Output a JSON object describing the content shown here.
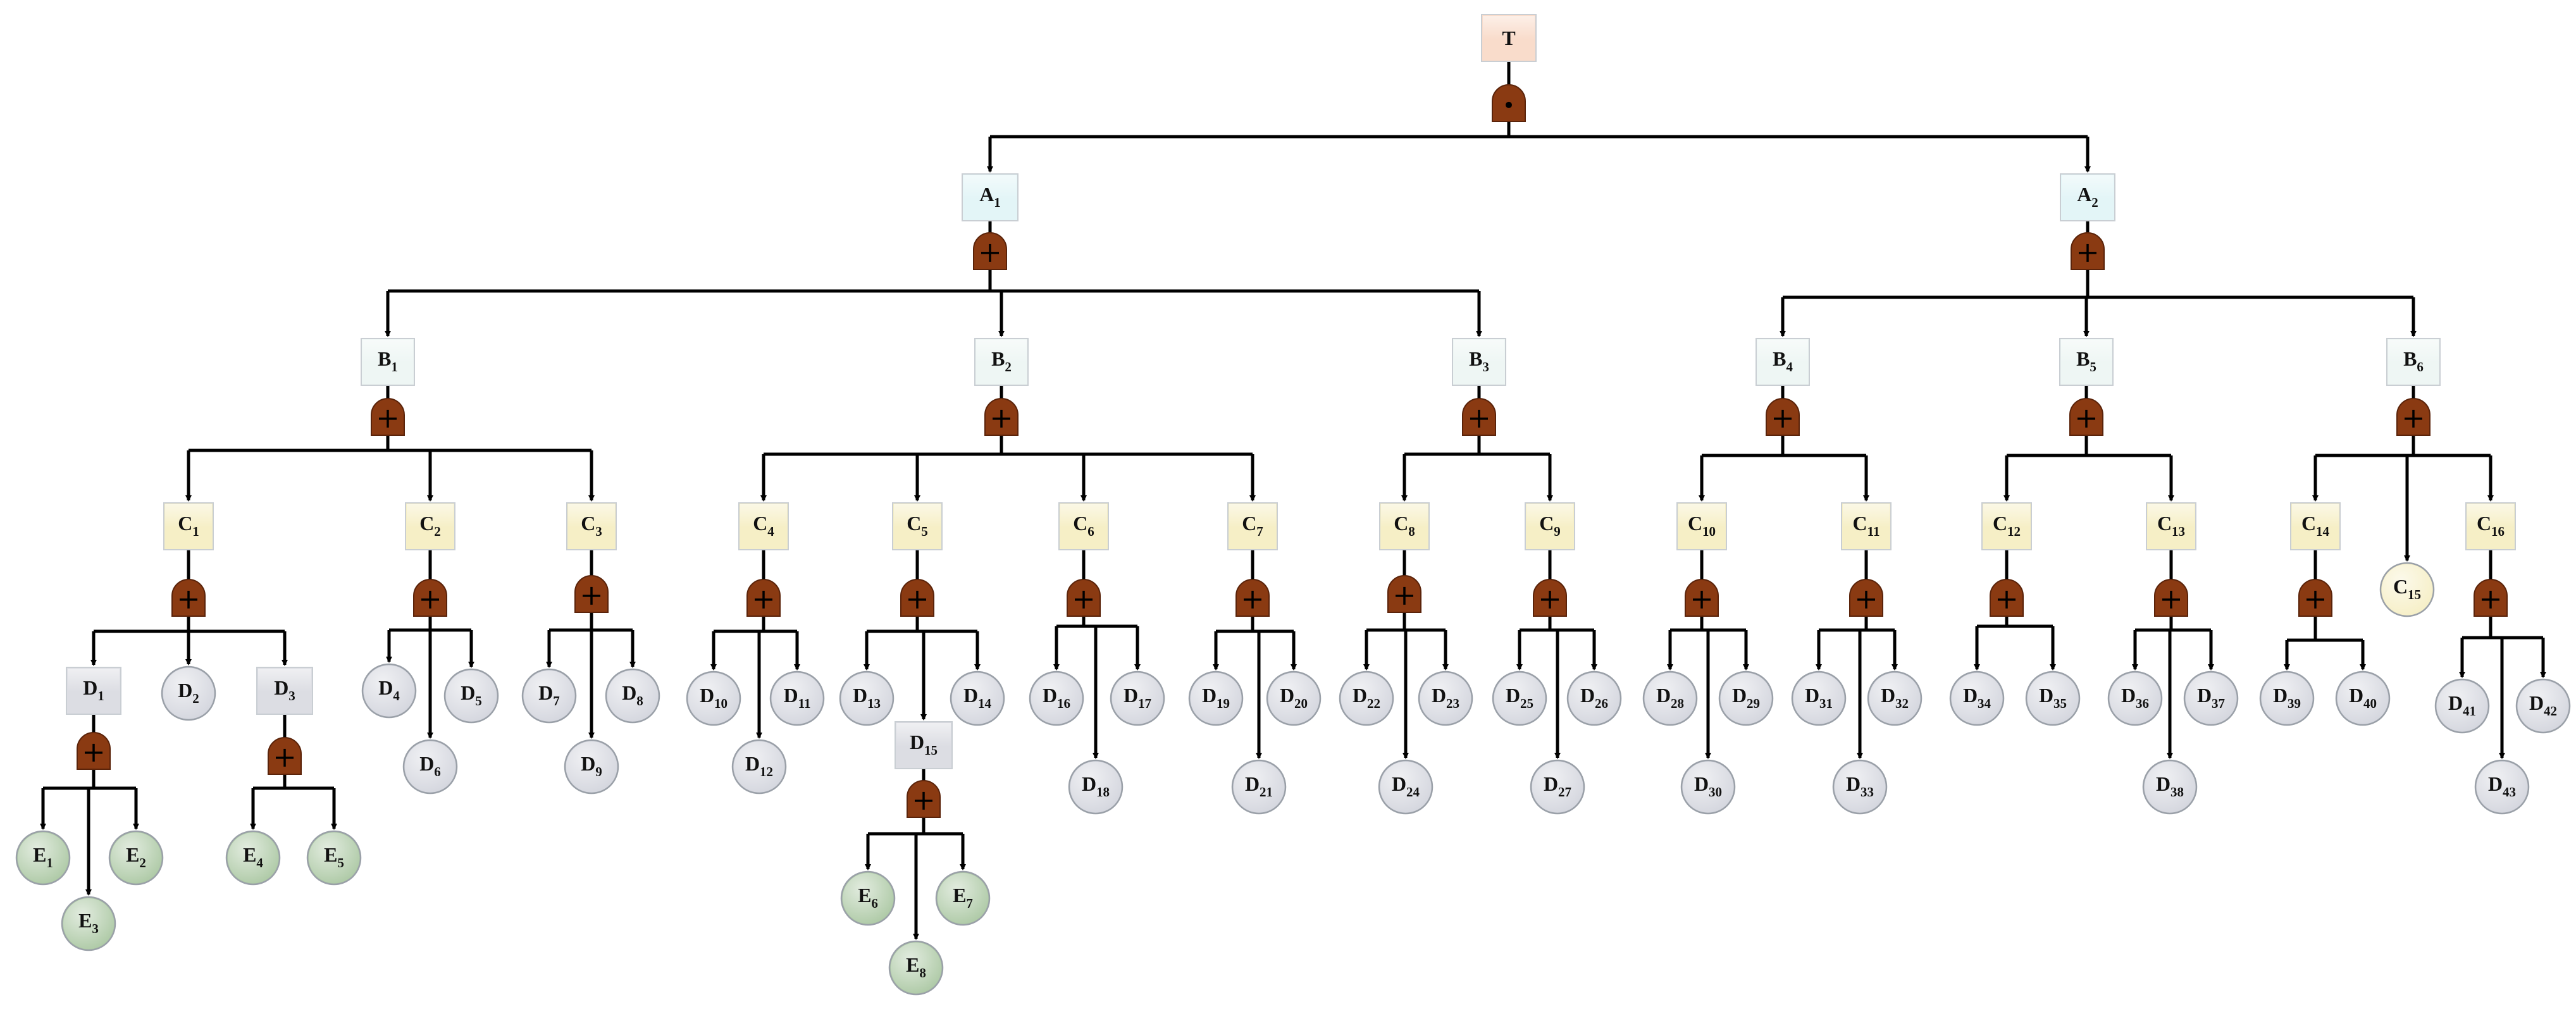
{
  "diagram": {
    "type": "fault-tree",
    "top_event": "T",
    "colors": {
      "top": "#f9dccb",
      "level_a": "#e3f5f7",
      "level_b": "#eef6f4",
      "level_c": "#f6efc6",
      "intermediate_d": "#dcdde3",
      "basic_d": "#d4d6de",
      "basic_c": "#f6efc6",
      "basic_e": "#adc9a5",
      "gate": "#8a3a12",
      "line": "#000000"
    },
    "gates": [
      {
        "event": "T",
        "type": "AND",
        "symbol": "•"
      },
      {
        "event": "A1",
        "type": "OR",
        "symbol": "+"
      },
      {
        "event": "A2",
        "type": "OR",
        "symbol": "+"
      },
      {
        "event": "B1",
        "type": "OR",
        "symbol": "+"
      },
      {
        "event": "B2",
        "type": "OR",
        "symbol": "+"
      },
      {
        "event": "B3",
        "type": "OR",
        "symbol": "+"
      },
      {
        "event": "B4",
        "type": "OR",
        "symbol": "+"
      },
      {
        "event": "B5",
        "type": "OR",
        "symbol": "+"
      },
      {
        "event": "B6",
        "type": "OR",
        "symbol": "+"
      }
    ],
    "nodes": [
      {
        "id": "T",
        "base": "T",
        "sub": "",
        "shape": "rect",
        "level": "top"
      },
      {
        "id": "A1",
        "base": "A",
        "sub": "1",
        "shape": "rect",
        "level": "level_a",
        "parent": "T"
      },
      {
        "id": "A2",
        "base": "A",
        "sub": "2",
        "shape": "rect",
        "level": "level_a",
        "parent": "T"
      },
      {
        "id": "B1",
        "base": "B",
        "sub": "1",
        "shape": "rect",
        "level": "level_b",
        "parent": "A1"
      },
      {
        "id": "B2",
        "base": "B",
        "sub": "2",
        "shape": "rect",
        "level": "level_b",
        "parent": "A1"
      },
      {
        "id": "B3",
        "base": "B",
        "sub": "3",
        "shape": "rect",
        "level": "level_b",
        "parent": "A1"
      },
      {
        "id": "B4",
        "base": "B",
        "sub": "4",
        "shape": "rect",
        "level": "level_b",
        "parent": "A2"
      },
      {
        "id": "B5",
        "base": "B",
        "sub": "5",
        "shape": "rect",
        "level": "level_b",
        "parent": "A2"
      },
      {
        "id": "B6",
        "base": "B",
        "sub": "6",
        "shape": "rect",
        "level": "level_b",
        "parent": "A2"
      },
      {
        "id": "C1",
        "base": "C",
        "sub": "1",
        "shape": "rect",
        "level": "level_c",
        "parent": "B1"
      },
      {
        "id": "C2",
        "base": "C",
        "sub": "2",
        "shape": "rect",
        "level": "level_c",
        "parent": "B1"
      },
      {
        "id": "C3",
        "base": "C",
        "sub": "3",
        "shape": "rect",
        "level": "level_c",
        "parent": "B1"
      },
      {
        "id": "C4",
        "base": "C",
        "sub": "4",
        "shape": "rect",
        "level": "level_c",
        "parent": "B2"
      },
      {
        "id": "C5",
        "base": "C",
        "sub": "5",
        "shape": "rect",
        "level": "level_c",
        "parent": "B2"
      },
      {
        "id": "C6",
        "base": "C",
        "sub": "6",
        "shape": "rect",
        "level": "level_c",
        "parent": "B2"
      },
      {
        "id": "C7",
        "base": "C",
        "sub": "7",
        "shape": "rect",
        "level": "level_c",
        "parent": "B2"
      },
      {
        "id": "C8",
        "base": "C",
        "sub": "8",
        "shape": "rect",
        "level": "level_c",
        "parent": "B3"
      },
      {
        "id": "C9",
        "base": "C",
        "sub": "9",
        "shape": "rect",
        "level": "level_c",
        "parent": "B3"
      },
      {
        "id": "C10",
        "base": "C",
        "sub": "10",
        "shape": "rect",
        "level": "level_c",
        "parent": "B4"
      },
      {
        "id": "C11",
        "base": "C",
        "sub": "11",
        "shape": "rect",
        "level": "level_c",
        "parent": "B4"
      },
      {
        "id": "C12",
        "base": "C",
        "sub": "12",
        "shape": "rect",
        "level": "level_c",
        "parent": "B5"
      },
      {
        "id": "C13",
        "base": "C",
        "sub": "13",
        "shape": "rect",
        "level": "level_c",
        "parent": "B5"
      },
      {
        "id": "C14",
        "base": "C",
        "sub": "14",
        "shape": "rect",
        "level": "level_c",
        "parent": "B6"
      },
      {
        "id": "C15",
        "base": "C",
        "sub": "15",
        "shape": "circle",
        "level": "basic_c",
        "parent": "B6"
      },
      {
        "id": "C16",
        "base": "C",
        "sub": "16",
        "shape": "rect",
        "level": "level_c",
        "parent": "B6"
      },
      {
        "id": "D1",
        "base": "D",
        "sub": "1",
        "shape": "rect",
        "level": "intermediate_d",
        "parent": "C1"
      },
      {
        "id": "D2",
        "base": "D",
        "sub": "2",
        "shape": "circle",
        "level": "basic_d",
        "parent": "C1"
      },
      {
        "id": "D3",
        "base": "D",
        "sub": "3",
        "shape": "rect",
        "level": "intermediate_d",
        "parent": "C1"
      },
      {
        "id": "D4",
        "base": "D",
        "sub": "4",
        "shape": "circle",
        "level": "basic_d",
        "parent": "C2"
      },
      {
        "id": "D5",
        "base": "D",
        "sub": "5",
        "shape": "circle",
        "level": "basic_d",
        "parent": "C2"
      },
      {
        "id": "D6",
        "base": "D",
        "sub": "6",
        "shape": "circle",
        "level": "basic_d",
        "parent": "C2"
      },
      {
        "id": "D7",
        "base": "D",
        "sub": "7",
        "shape": "circle",
        "level": "basic_d",
        "parent": "C3"
      },
      {
        "id": "D8",
        "base": "D",
        "sub": "8",
        "shape": "circle",
        "level": "basic_d",
        "parent": "C3"
      },
      {
        "id": "D9",
        "base": "D",
        "sub": "9",
        "shape": "circle",
        "level": "basic_d",
        "parent": "C3"
      },
      {
        "id": "D10",
        "base": "D",
        "sub": "10",
        "shape": "circle",
        "level": "basic_d",
        "parent": "C4"
      },
      {
        "id": "D11",
        "base": "D",
        "sub": "11",
        "shape": "circle",
        "level": "basic_d",
        "parent": "C4"
      },
      {
        "id": "D12",
        "base": "D",
        "sub": "12",
        "shape": "circle",
        "level": "basic_d",
        "parent": "C4"
      },
      {
        "id": "D13",
        "base": "D",
        "sub": "13",
        "shape": "circle",
        "level": "basic_d",
        "parent": "C5"
      },
      {
        "id": "D14",
        "base": "D",
        "sub": "14",
        "shape": "circle",
        "level": "basic_d",
        "parent": "C5"
      },
      {
        "id": "D15",
        "base": "D",
        "sub": "15",
        "shape": "rect",
        "level": "intermediate_d",
        "parent": "C5"
      },
      {
        "id": "D16",
        "base": "D",
        "sub": "16",
        "shape": "circle",
        "level": "basic_d",
        "parent": "C6"
      },
      {
        "id": "D17",
        "base": "D",
        "sub": "17",
        "shape": "circle",
        "level": "basic_d",
        "parent": "C6"
      },
      {
        "id": "D18",
        "base": "D",
        "sub": "18",
        "shape": "circle",
        "level": "basic_d",
        "parent": "C6"
      },
      {
        "id": "D19",
        "base": "D",
        "sub": "19",
        "shape": "circle",
        "level": "basic_d",
        "parent": "C7"
      },
      {
        "id": "D20",
        "base": "D",
        "sub": "20",
        "shape": "circle",
        "level": "basic_d",
        "parent": "C7"
      },
      {
        "id": "D21",
        "base": "D",
        "sub": "21",
        "shape": "circle",
        "level": "basic_d",
        "parent": "C7"
      },
      {
        "id": "D22",
        "base": "D",
        "sub": "22",
        "shape": "circle",
        "level": "basic_d",
        "parent": "C8"
      },
      {
        "id": "D23",
        "base": "D",
        "sub": "23",
        "shape": "circle",
        "level": "basic_d",
        "parent": "C8"
      },
      {
        "id": "D24",
        "base": "D",
        "sub": "24",
        "shape": "circle",
        "level": "basic_d",
        "parent": "C8"
      },
      {
        "id": "D25",
        "base": "D",
        "sub": "25",
        "shape": "circle",
        "level": "basic_d",
        "parent": "C9"
      },
      {
        "id": "D26",
        "base": "D",
        "sub": "26",
        "shape": "circle",
        "level": "basic_d",
        "parent": "C9"
      },
      {
        "id": "D27",
        "base": "D",
        "sub": "27",
        "shape": "circle",
        "level": "basic_d",
        "parent": "C9"
      },
      {
        "id": "D28",
        "base": "D",
        "sub": "28",
        "shape": "circle",
        "level": "basic_d",
        "parent": "C10"
      },
      {
        "id": "D29",
        "base": "D",
        "sub": "29",
        "shape": "circle",
        "level": "basic_d",
        "parent": "C10"
      },
      {
        "id": "D30",
        "base": "D",
        "sub": "30",
        "shape": "circle",
        "level": "basic_d",
        "parent": "C10"
      },
      {
        "id": "D31",
        "base": "D",
        "sub": "31",
        "shape": "circle",
        "level": "basic_d",
        "parent": "C11"
      },
      {
        "id": "D32",
        "base": "D",
        "sub": "32",
        "shape": "circle",
        "level": "basic_d",
        "parent": "C11"
      },
      {
        "id": "D33",
        "base": "D",
        "sub": "33",
        "shape": "circle",
        "level": "basic_d",
        "parent": "C11"
      },
      {
        "id": "D34",
        "base": "D",
        "sub": "34",
        "shape": "circle",
        "level": "basic_d",
        "parent": "C12"
      },
      {
        "id": "D35",
        "base": "D",
        "sub": "35",
        "shape": "circle",
        "level": "basic_d",
        "parent": "C12"
      },
      {
        "id": "D36",
        "base": "D",
        "sub": "36",
        "shape": "circle",
        "level": "basic_d",
        "parent": "C13"
      },
      {
        "id": "D37",
        "base": "D",
        "sub": "37",
        "shape": "circle",
        "level": "basic_d",
        "parent": "C13"
      },
      {
        "id": "D38",
        "base": "D",
        "sub": "38",
        "shape": "circle",
        "level": "basic_d",
        "parent": "C13"
      },
      {
        "id": "D39",
        "base": "D",
        "sub": "39",
        "shape": "circle",
        "level": "basic_d",
        "parent": "C14"
      },
      {
        "id": "D40",
        "base": "D",
        "sub": "40",
        "shape": "circle",
        "level": "basic_d",
        "parent": "C14"
      },
      {
        "id": "D41",
        "base": "D",
        "sub": "41",
        "shape": "circle",
        "level": "basic_d",
        "parent": "C16"
      },
      {
        "id": "D42",
        "base": "D",
        "sub": "42",
        "shape": "circle",
        "level": "basic_d",
        "parent": "C16"
      },
      {
        "id": "D43",
        "base": "D",
        "sub": "43",
        "shape": "circle",
        "level": "basic_d",
        "parent": "C16"
      },
      {
        "id": "E1",
        "base": "E",
        "sub": "1",
        "shape": "circle",
        "level": "basic_e",
        "parent": "D1"
      },
      {
        "id": "E2",
        "base": "E",
        "sub": "2",
        "shape": "circle",
        "level": "basic_e",
        "parent": "D1"
      },
      {
        "id": "E3",
        "base": "E",
        "sub": "3",
        "shape": "circle",
        "level": "basic_e",
        "parent": "D1"
      },
      {
        "id": "E4",
        "base": "E",
        "sub": "4",
        "shape": "circle",
        "level": "basic_e",
        "parent": "D3"
      },
      {
        "id": "E5",
        "base": "E",
        "sub": "5",
        "shape": "circle",
        "level": "basic_e",
        "parent": "D3"
      },
      {
        "id": "E6",
        "base": "E",
        "sub": "6",
        "shape": "circle",
        "level": "basic_e",
        "parent": "D15"
      },
      {
        "id": "E7",
        "base": "E",
        "sub": "7",
        "shape": "circle",
        "level": "basic_e",
        "parent": "D15"
      },
      {
        "id": "E8",
        "base": "E",
        "sub": "8",
        "shape": "circle",
        "level": "basic_e",
        "parent": "D15"
      }
    ]
  }
}
